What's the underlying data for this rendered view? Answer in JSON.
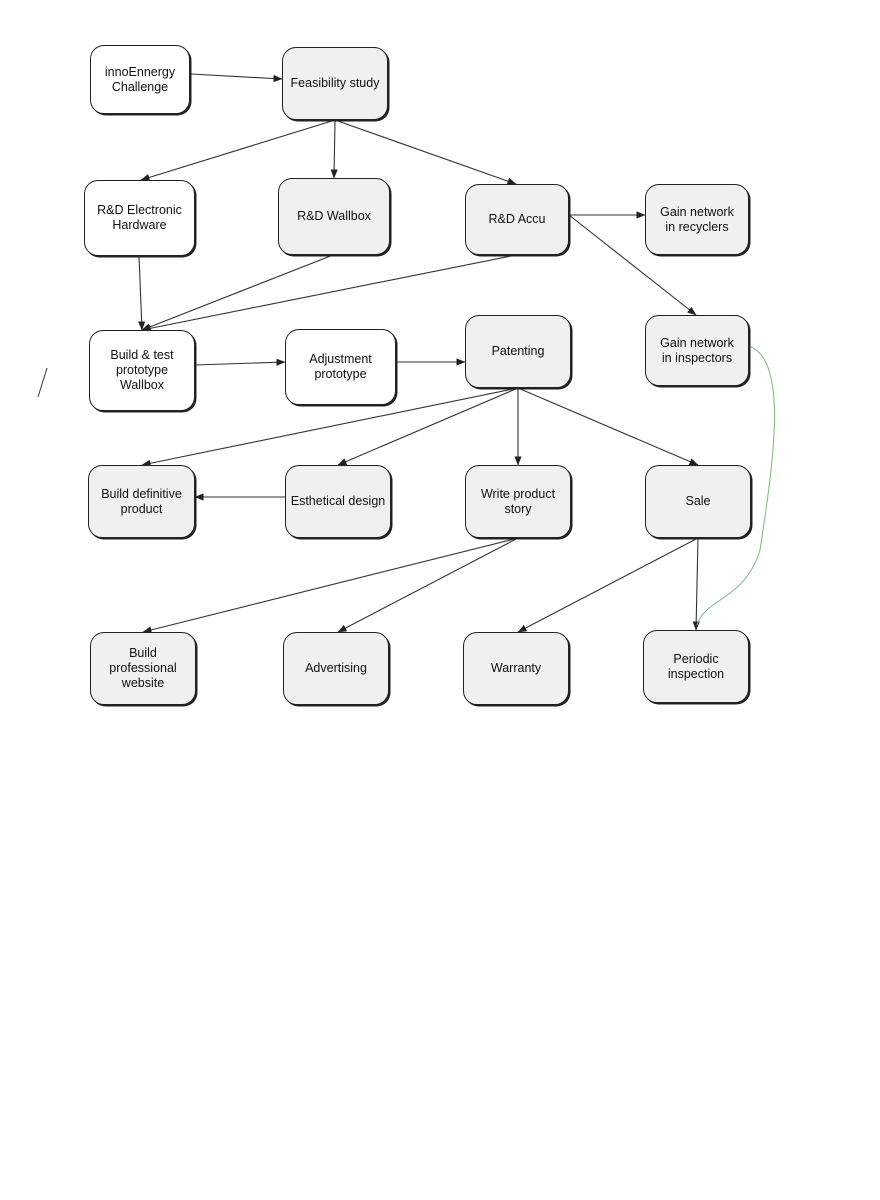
{
  "diagram": {
    "colors": {
      "node_fill": "#f0f0f0",
      "node_fill_white": "#ffffff",
      "node_border": "#222222",
      "edge": "#333333",
      "highlight_edge": "#7cb87c"
    },
    "nodes": {
      "innoenergy": {
        "label": "innoEnnergy\nChallenge"
      },
      "feasibility": {
        "label": "Feasibility study"
      },
      "rd_electronic": {
        "label": "R&D Electronic\nHardware"
      },
      "rd_wallbox": {
        "label": "R&D Wallbox"
      },
      "rd_accu": {
        "label": "R&D Accu"
      },
      "gain_recyclers": {
        "label": "Gain network\nin recyclers"
      },
      "build_test": {
        "label": "Build & test\nprototype Wallbox"
      },
      "adjustment": {
        "label": "Adjustment\nprototype"
      },
      "patenting": {
        "label": "Patenting"
      },
      "gain_inspectors": {
        "label": "Gain network\nin inspectors"
      },
      "build_definitive": {
        "label": "Build definitive\nproduct"
      },
      "esthetical": {
        "label": "Esthetical design"
      },
      "write_story": {
        "label": "Write product\nstory"
      },
      "sale": {
        "label": "Sale"
      },
      "build_website": {
        "label": "Build professional\nwebsite"
      },
      "advertising": {
        "label": "Advertising"
      },
      "warranty": {
        "label": "Warranty"
      },
      "periodic": {
        "label": "Periodic\ninspection"
      }
    },
    "edges": [
      {
        "from": "innoenergy",
        "to": "feasibility"
      },
      {
        "from": "feasibility",
        "to": "rd_electronic"
      },
      {
        "from": "feasibility",
        "to": "rd_wallbox"
      },
      {
        "from": "feasibility",
        "to": "rd_accu"
      },
      {
        "from": "rd_accu",
        "to": "gain_recyclers"
      },
      {
        "from": "rd_accu",
        "to": "gain_inspectors"
      },
      {
        "from": "rd_electronic",
        "to": "build_test"
      },
      {
        "from": "rd_wallbox",
        "to": "build_test"
      },
      {
        "from": "rd_accu",
        "to": "build_test"
      },
      {
        "from": "build_test",
        "to": "adjustment"
      },
      {
        "from": "adjustment",
        "to": "patenting"
      },
      {
        "from": "patenting",
        "to": "build_definitive"
      },
      {
        "from": "patenting",
        "to": "esthetical"
      },
      {
        "from": "patenting",
        "to": "write_story"
      },
      {
        "from": "patenting",
        "to": "sale"
      },
      {
        "from": "esthetical",
        "to": "build_definitive"
      },
      {
        "from": "write_story",
        "to": "build_website"
      },
      {
        "from": "write_story",
        "to": "advertising"
      },
      {
        "from": "sale",
        "to": "warranty"
      },
      {
        "from": "sale",
        "to": "periodic"
      },
      {
        "from": "gain_inspectors",
        "to": "periodic",
        "style": "curved-green"
      }
    ]
  }
}
